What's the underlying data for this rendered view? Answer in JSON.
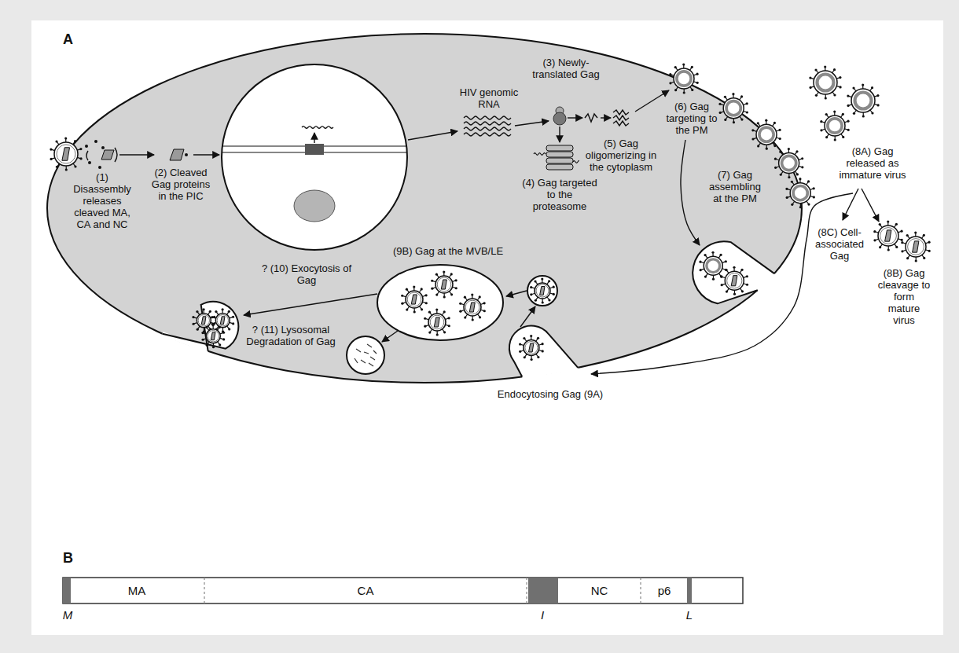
{
  "diagram": {
    "nodes": [
      {
        "text": [
          "MA"
        ]
      },
      {
        "text": [
          "CA"
        ]
      },
      {
        "text": [
          "NC"
        ]
      },
      {
        "text": [
          "p6"
        ]
      }
    ],
    "labels": [
      "A",
      "(1) Disassembly releases cleaved MA, CA and NC",
      "(2) Cleaved Gag proteins in the PIC",
      "HIV genomic RNA",
      "(3) Newly-translated Gag",
      "(4) Gag targeted to the proteasome",
      "(5) Gag oligomerizing in the cytoplasm",
      "(6) Gag targeting to the PM",
      "(7) Gag assembling at the PM",
      "(8A) Gag released as immature virus",
      "(8B) Gag cleavage to form mature virus",
      "(8C) Cell-associated Gag",
      "Endocytosing Gag (9A)",
      "(9B) Gag at the MVB/LE",
      "? (10) Exocytosis of Gag",
      "? (11) Lysosomal Degradation of Gag",
      "B",
      "M",
      "I",
      "L"
    ]
  }
}
